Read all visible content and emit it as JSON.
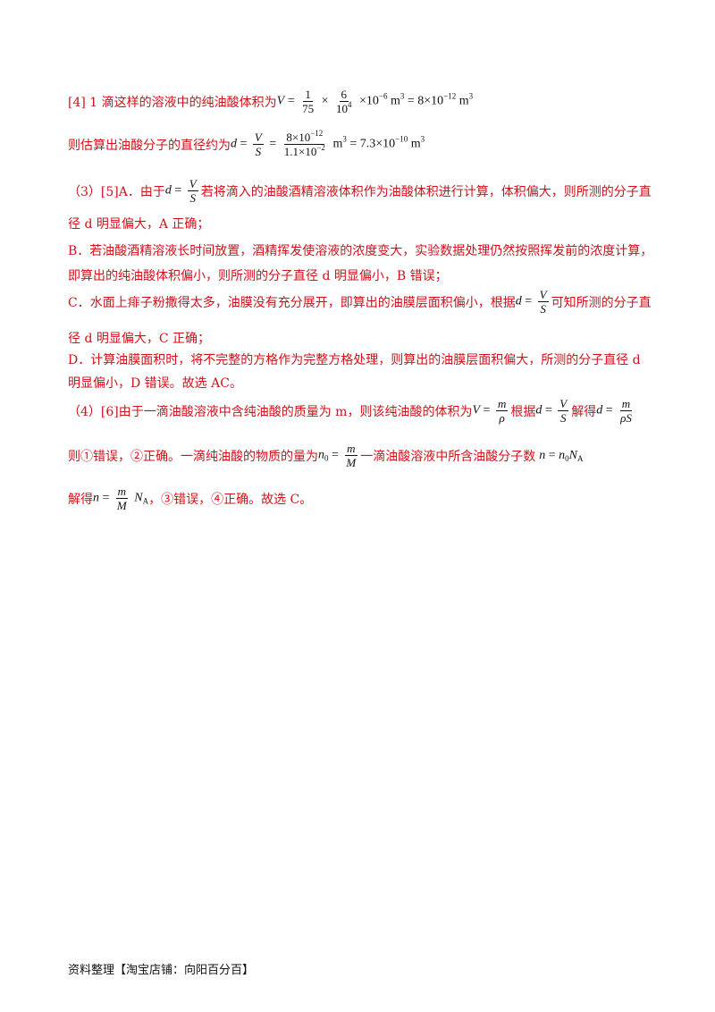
{
  "lines": {
    "l1_text": "[4] 1 滴这样的溶液中的纯油酸体积为",
    "l2_text": "则估算出油酸分子的直径约为",
    "l3_a": "（3）[5]A．由于",
    "l3_b": "若将滴入的油酸酒精溶液体积作为油酸体积进行计算，体积偏大，则所测的分子直",
    "l4": "径 d 明显偏大，A 正确；",
    "l5": "B．若油酸酒精溶液长时间放置，酒精挥发使溶液的浓度变大，实验数据处理仍然按照挥发前的浓度计算，",
    "l6": "即算出的纯油酸体积偏小，则所测的分子直径 d 明显偏小，B 错误；",
    "l7_a": "C．水面上痱子粉撒得太多，油膜没有充分展开，即算出的油膜层面积偏小，根据",
    "l7_b": "可知所测的分子直",
    "l8": "径 d 明显偏大，C 正确；",
    "l9": "D．计算油膜面积时，将不完整的方格作为完整方格处理，则算出的油膜层面积偏大，所测的分子直径 d",
    "l10": "明显偏小，D 错误。故选 AC。",
    "l11_a": "（4）[6]由于一滴油酸溶液中含纯油酸的质量为 m，则该纯油酸的体积为",
    "l11_b": "根据",
    "l11_c": "解得",
    "l12_a": "则①错误，②正确。一滴纯油酸的物质的量为",
    "l12_b": "一滴油酸溶液中所含油酸分子数",
    "l13_a": "解得",
    "l13_b": "，③错误，④正确。故选 C。"
  },
  "math": {
    "V": "V",
    "eq": "=",
    "one": "1",
    "seventyfive": "75",
    "times": "×",
    "six": "6",
    "ten4_base": "10",
    "ten4_exp": "4",
    "ten_m6_base": "×10",
    "ten_m6_exp": "−6",
    "m3_unit": "m",
    "cube": "3",
    "eight": "= 8×10",
    "exp_m12": "−12",
    "d": "d",
    "S": "S",
    "num_8e12": "8×10",
    "exp_12": "−12",
    "den_11e2": "1.1×10",
    "exp_2": "−2",
    "res_73": "= 7.3×10",
    "exp_10": "−10",
    "m": "m",
    "rho": "ρ",
    "rhoS": "ρS",
    "n0": "n",
    "zero": "0",
    "M": "M",
    "n": "n",
    "NA_N": "N",
    "NA_A": "A"
  },
  "footer": "资料整理【淘宝店铺：向阳百分百】"
}
